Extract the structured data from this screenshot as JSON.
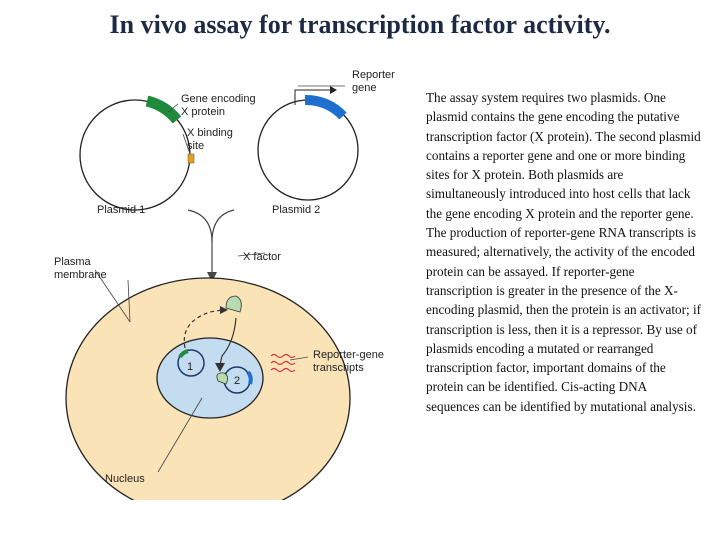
{
  "title": "In vivo assay for transcription factor activity.",
  "labels": {
    "reporter_gene_line1": "Reporter",
    "reporter_gene_line2": "gene",
    "gene_encoding_line1": "Gene encoding",
    "gene_encoding_line2": "X protein",
    "binding_site_line1": "X binding",
    "binding_site_line2": "site",
    "plasmid1": "Plasmid 1",
    "plasmid2": "Plasmid 2",
    "x_factor": "X factor",
    "plasma_line1": "Plasma",
    "plasma_line2": "membrane",
    "transcripts_line1": "Reporter-gene",
    "transcripts_line2": "transcripts",
    "nucleus": "Nucleus",
    "num1": "1",
    "num2": "2"
  },
  "description": "The assay system requires two plasmids. One plasmid contains the gene encoding the putative transcription factor (X protein). The second plasmid contains a reporter gene and one or more binding sites for X protein. Both plasmids are simultaneously introduced into host cells that lack the gene encoding X protein and the reporter gene. The production of reporter-gene RNA transcripts is measured; alternatively, the activity of the encoded protein can be assayed. If reporter-gene transcription is greater in the presence of the X-encoding plasmid, then the protein is an activator; if transcription is less, then it is a repressor. By use of plasmids encoding a mutated or rearranged transcription factor, important domains of the protein can be identified.  Cis-acting DNA sequences can be identified by mutational analysis.",
  "colors": {
    "cell": "#fbe3b8",
    "nucleus": "#c3dcef",
    "gene_x": "#1e8a3c",
    "reporter": "#1f6fd1",
    "binding_site": "#e8a020",
    "x_factor": "#b8dcb0",
    "transcripts": "#d0304a"
  }
}
